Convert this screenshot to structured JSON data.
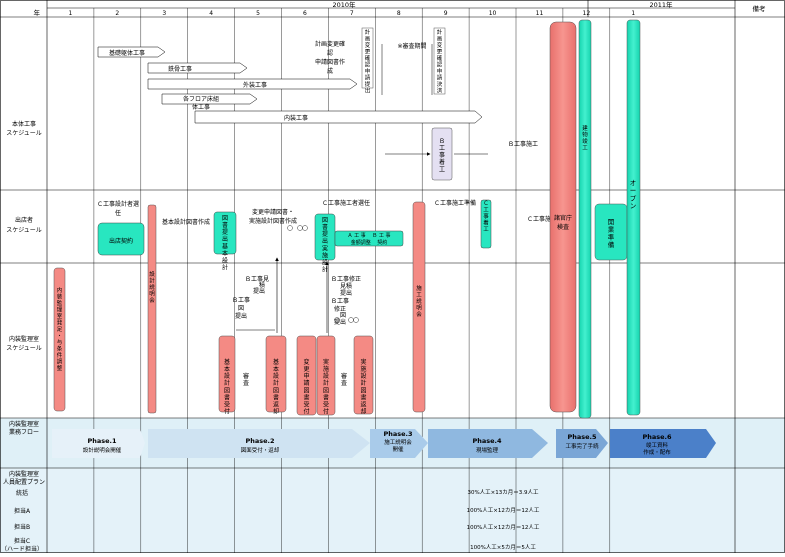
{
  "header": {
    "year_label": "年",
    "year_2010": "2010年",
    "year_2011": "2011年",
    "notes_label": "備考",
    "months": [
      "1",
      "2",
      "3",
      "4",
      "5",
      "6",
      "7",
      "8",
      "9",
      "10",
      "11",
      "12",
      "1"
    ]
  },
  "rows": {
    "main_works": [
      "本体工事",
      "スケジュール"
    ],
    "tenant": [
      "出店者",
      "スケジュール"
    ],
    "interior": [
      "内装監理室",
      "スケジュール"
    ],
    "flow": [
      "内装監理室",
      "業務フロー"
    ],
    "staffing": [
      "内装監理室",
      "人員配置プラン"
    ],
    "staff_total": "統括",
    "staff_a": "担当A",
    "staff_b": "担当B",
    "staff_c": [
      "担当C",
      "（ハード担当）"
    ]
  },
  "main_works": {
    "foundation": "基礎躯体工事",
    "steel": "鉄骨工事",
    "exterior": "外装工事",
    "floor": [
      "各フロア床組",
      "体工事"
    ],
    "interior": "内装工事",
    "change_docs": [
      "計画変更確",
      "認",
      "申請図書作",
      "成"
    ],
    "change_app_v": "計画変更確認申請提出",
    "review_period": "※審査期間",
    "change_decision_v": "計画変更確認申請決済",
    "b_work_v": "Ｂ工事着工",
    "b_work_note": "Ｂ工事施工"
  },
  "tenant": {
    "c_designer": [
      "Ｃ工事設計者選",
      "任"
    ],
    "contract": "出店契約",
    "basic_docs": "基本設計図書作成",
    "submit_basic_v": "図書提出基本設計",
    "change_docs": [
      "変更申請図書・",
      "実施設計図書作成"
    ],
    "submit_exec_v": "図書提出実施設計",
    "c_contractor": "Ｃ工事施工者選任",
    "ab_contract": [
      "Ａ 工 事 　Ｂ 工 事",
      "金額調整 　契約"
    ],
    "c_prep": "Ｃ工事施工準備",
    "c_start_v": "Ｃ工事着工",
    "c_work": "Ｃ工事施工",
    "inspection": [
      "諸官庁",
      "検査"
    ],
    "completion_v": "建物竣工",
    "opening_prep_v": "開業準備",
    "open_v": "オープン"
  },
  "interior": {
    "conditions_v": "内装監理室発足・与条件調整",
    "design_brief_v": "設計説明会",
    "b_estimate": [
      "Ｂ工事見",
      "積",
      "提出"
    ],
    "b_drawing": [
      "Ｂ工事",
      "図",
      "提出"
    ],
    "b_estimate_rev": [
      "Ｂ工事修正",
      "見積",
      "提出"
    ],
    "b_drawing_rev": [
      "Ｂ工事",
      "修正",
      "図",
      "提出"
    ],
    "basic_recv_v": "基本設計図書受付",
    "review_v": "審査",
    "basic_return_v": "基本設計図書返却",
    "change_recv_v": "変更申請図書受付",
    "exec_recv_v": "実施設計図書受付",
    "review2_v": "審査",
    "exec_return_v": "実施設計図書返却",
    "construction_brief_v": "施工説明会"
  },
  "phases": [
    {
      "name": "Phase.1",
      "sub": [
        "設計説明会開催"
      ]
    },
    {
      "name": "Phase.2",
      "sub": [
        "図面受付・返却"
      ]
    },
    {
      "name": "Phase.3",
      "sub": [
        "施工説明会",
        "開催"
      ]
    },
    {
      "name": "Phase.4",
      "sub": [
        "現場監理"
      ]
    },
    {
      "name": "Phase.5",
      "sub": [
        "工事完了手続"
      ]
    },
    {
      "name": "Phase.6",
      "sub": [
        "竣工資料",
        "作成・配布"
      ]
    }
  ],
  "staffing_notes": [
    "30%人工×13カ月＝3.9人工",
    "100%人工×12カ月＝12人工",
    "100%人工×12カ月＝12人工",
    "100%人工×5カ月＝5人工"
  ],
  "colors": {
    "salmon": "#f48a84",
    "teal": "#28e6c0",
    "lavender": "#e4e0f2",
    "flow_bg": "#dff0f7",
    "phase_light": "#d2e7f5",
    "phase_mid": "#8fb8e0",
    "phase_dark": "#4b80c9"
  }
}
